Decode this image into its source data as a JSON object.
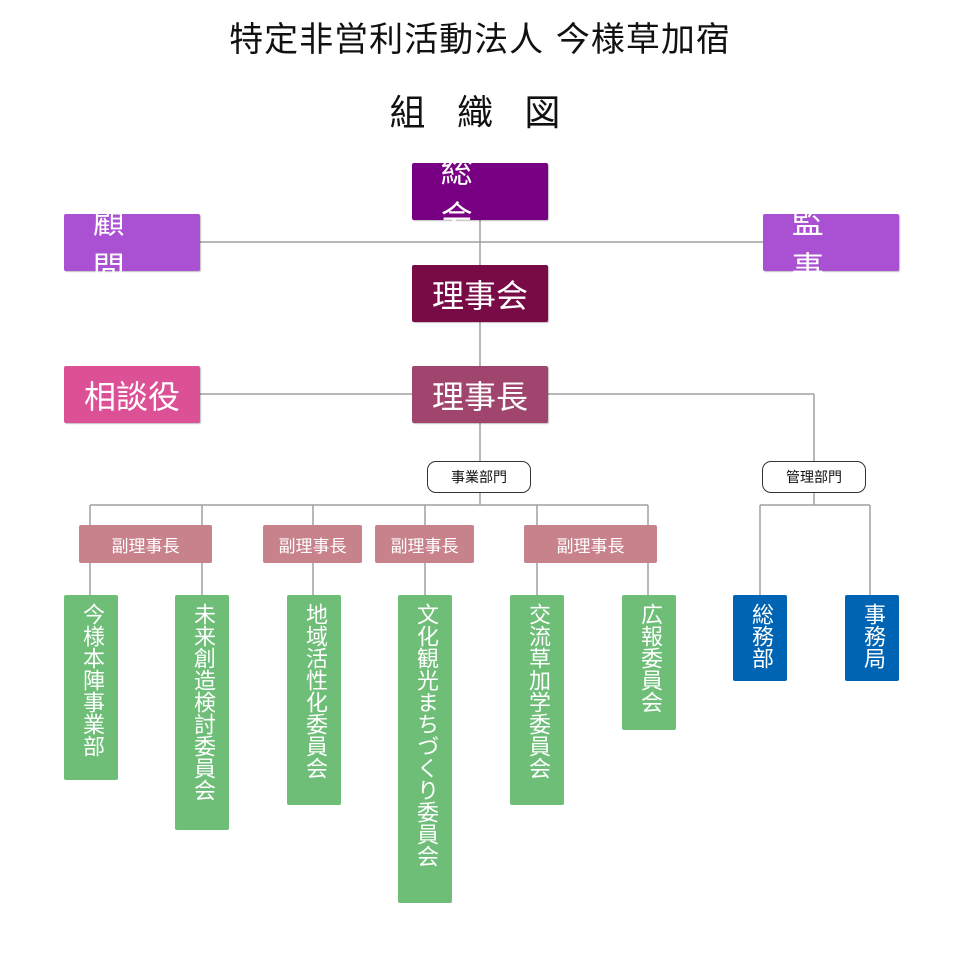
{
  "title": "特定非営利活動法人 今様草加宿",
  "subtitle": "組 織 図",
  "colors": {
    "general_meeting": "#780082",
    "board": "#780a46",
    "chairman": "#a0466e",
    "advisor": "#aa50d2",
    "auditor": "#aa50d2",
    "consultant": "#dc5096",
    "vice_president": "#c8828c",
    "committee": "#6ebe78",
    "admin_dept": "#0064b4",
    "line": "#a0a0a0"
  },
  "nodes": {
    "general_meeting": "総会",
    "advisor": "顧問",
    "auditor": "監事",
    "board": "理事会",
    "chairman": "理事長",
    "consultant": "相談役"
  },
  "divisions": {
    "business": "事業部門",
    "management": "管理部門"
  },
  "vice_presidents": [
    "副理事長",
    "副理事長",
    "副理事長",
    "副理事長"
  ],
  "committees": [
    "今様本陣事業部",
    "未来創造検討委員会",
    "地域活性化委員会",
    "文化観光まちづくり委員会",
    "交流草加学委員会",
    "広報委員会"
  ],
  "admin_units": [
    "総務部",
    "事務局"
  ]
}
